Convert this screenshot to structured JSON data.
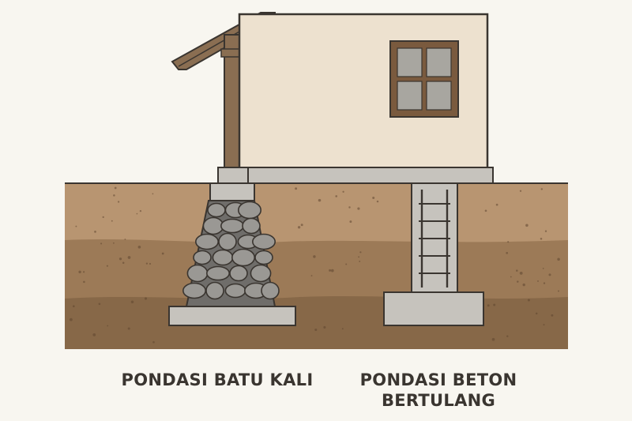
{
  "labels": {
    "stone_foundation": "PONDASI BATU KALI",
    "concrete_foundation_line1": "PONDASI BETON",
    "concrete_foundation_line2": "BERTULANG"
  },
  "colors": {
    "background": "#f8f6f0",
    "wall": "#ede1cf",
    "outline": "#3a3530",
    "wood": "#8a6e52",
    "window_glass": "#a8a6a0",
    "window_frame": "#7a5a3e",
    "concrete": "#c6c3bd",
    "stone": "#9a9894",
    "soil_top": "#b89571",
    "soil_middle": "#9c7a57",
    "soil_bottom": "#876848",
    "text": "#3a3530"
  }
}
